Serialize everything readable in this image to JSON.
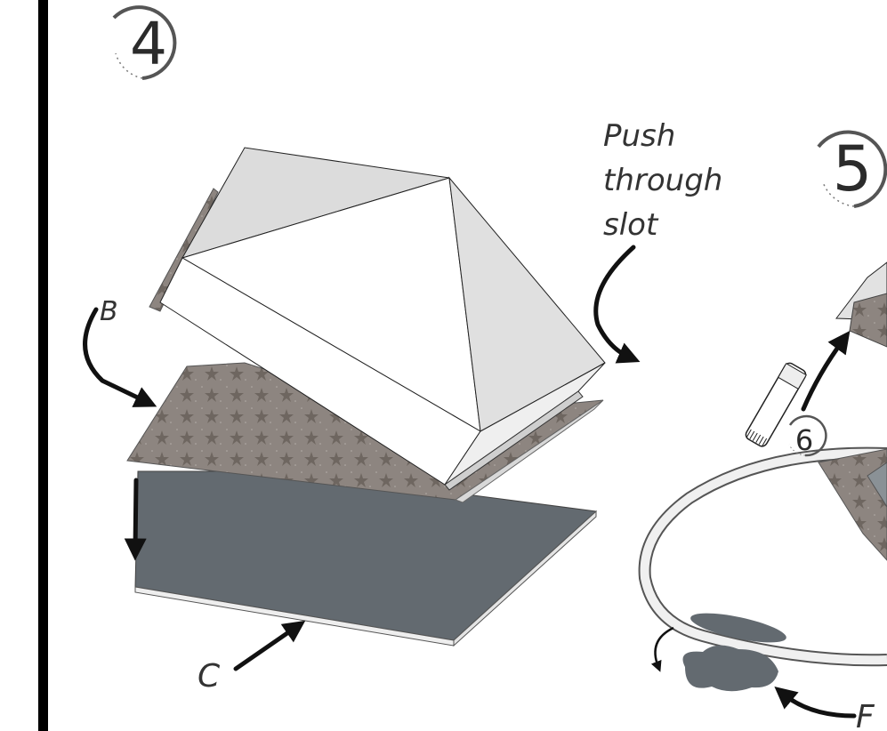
{
  "steps": [
    {
      "number": "4"
    },
    {
      "number": "5"
    },
    {
      "number": "6"
    }
  ],
  "labels": {
    "b": "B",
    "c": "C",
    "f": "F",
    "push_line1": "Push",
    "push_line2": "through",
    "push_line3": "slot"
  },
  "colors": {
    "frame": "#000000",
    "box_light": "#f2f2f2",
    "box_mid": "#dcdcdc",
    "patterned_paper": "#8d8580",
    "base_board": "#636a70",
    "arrow": "#111111",
    "text": "#333333"
  }
}
